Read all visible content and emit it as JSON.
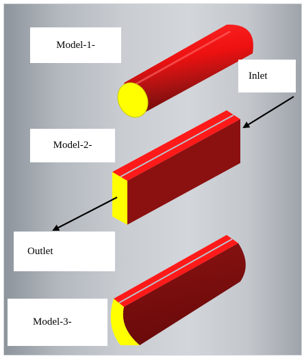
{
  "labels": {
    "model_1": "Model-1-",
    "inlet": "Inlet",
    "model_2": "Model-2-",
    "outlet": "Outlet",
    "model_3": "Model-3-"
  },
  "colors": {
    "top_face": "#ff1a1a",
    "side_face": "#8b1010",
    "end_face": "#ffff00",
    "arrow": "#000000"
  }
}
